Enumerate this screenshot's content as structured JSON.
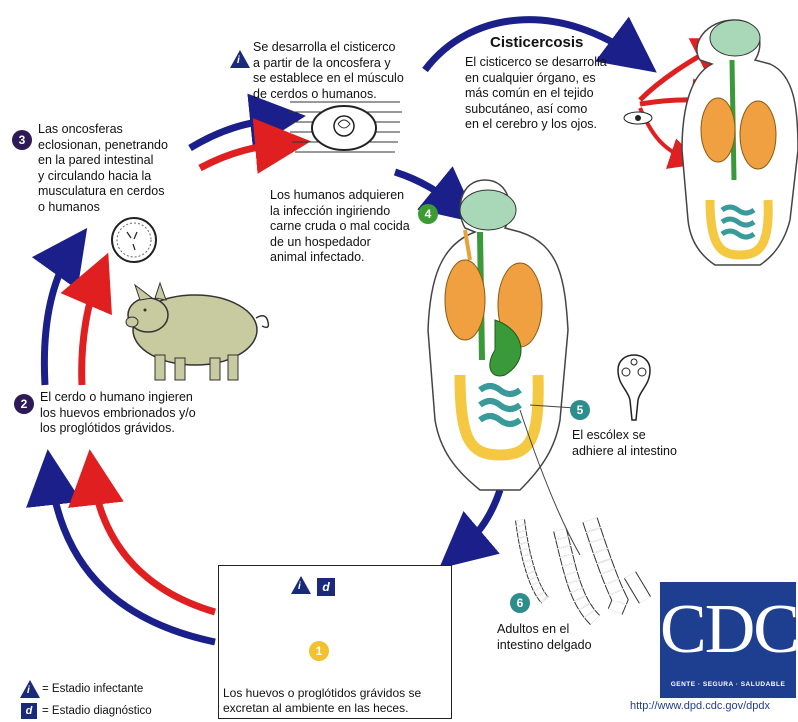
{
  "steps": [
    {
      "id": "1",
      "text": "Los huevos o proglótidos grávidos se\nexcretan al ambiente en las heces."
    },
    {
      "id": "2",
      "text": "El cerdo o humano ingieren\nlos huevos embrionados y/o\nlos proglótidos grávidos."
    },
    {
      "id": "3",
      "text": "Las oncosferas\neclosionan, penetrando\nen la pared intestinal\ny circulando hacia la\nmusculatura en cerdos\no humanos"
    },
    {
      "id": "4",
      "text": "Los humanos adquieren\nla infección ingiriendo\ncarne cruda o mal cocida\nde un hospedador\nanimal infectado."
    },
    {
      "id": "5",
      "text": "El escólex se\nadhiere al intestino"
    },
    {
      "id": "6",
      "text": "Adultos en el\nintestino delgado"
    }
  ],
  "cysticercus_note": {
    "text": "Se desarrolla el cisticerco\na partir de la oncosfera y\nse establece en el músculo\nde cerdos o humanos."
  },
  "cysticercosis": {
    "title": "Cisticercosis",
    "text": "El cisticerco se desarrolla\nen cualquier órgano, es\nmás común en el tejido\nsubcutáneo, así como\nen el cerebro y los ojos."
  },
  "legend": {
    "infective": {
      "symbol": "i",
      "label": "= Estadio infectante"
    },
    "diagnostic": {
      "symbol": "d",
      "label": "= Estadio diagnóstico"
    }
  },
  "logo": {
    "letters": "CDC",
    "motto": "GENTE · SEGURA · SALUDABLE"
  },
  "url": "http://www.dpd.cdc.gov/dpdx",
  "colors": {
    "human_cycle_arrow": "#1a1f8a",
    "pig_cycle_arrow": "#e02020",
    "brain": "#a8d8b8",
    "lungs": "#f0a040",
    "gut": "#f5c842",
    "intestine": "#3a9a9a",
    "esophagus": "#3a9a3a",
    "pig": "#c8caa0",
    "logo_blue": "#1e3f8f"
  }
}
